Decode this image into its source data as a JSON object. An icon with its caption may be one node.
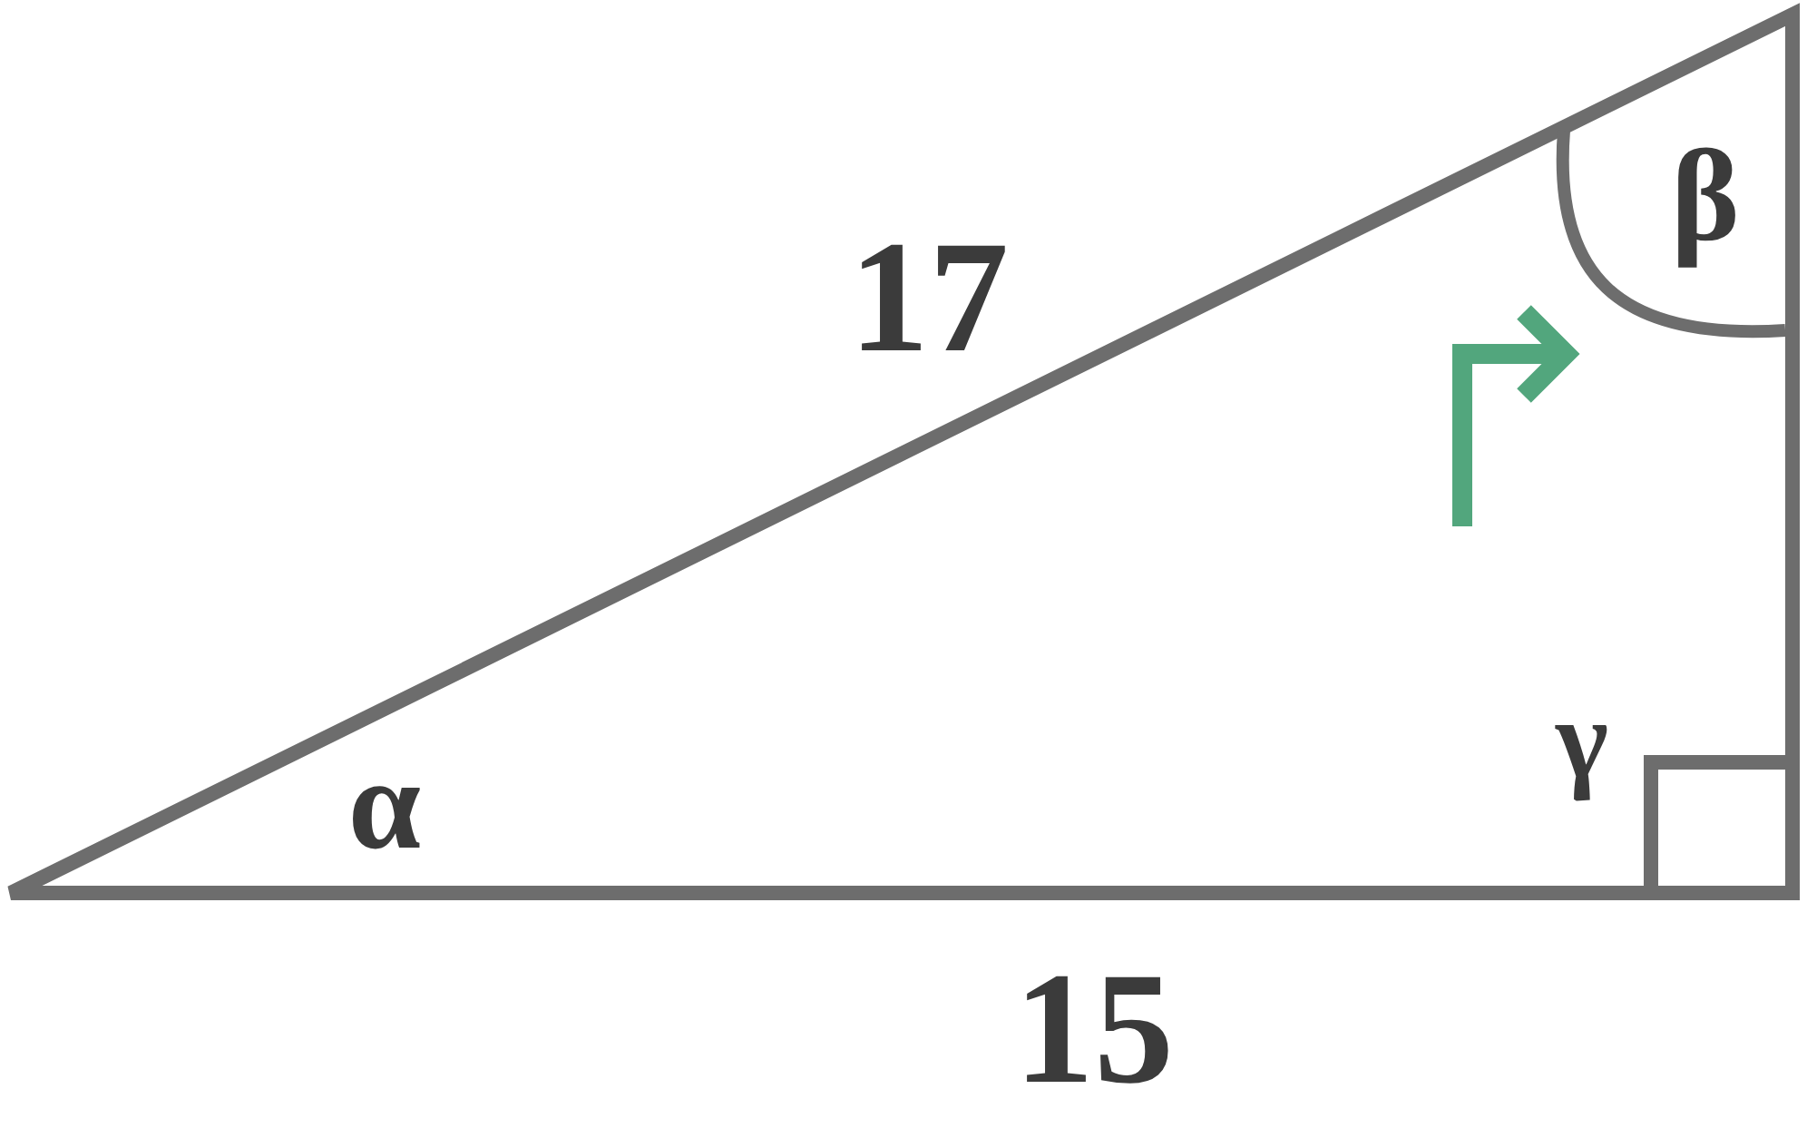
{
  "diagram": {
    "labels": [
      "β",
      "17",
      "γ",
      "α",
      "15"
    ]
  }
}
